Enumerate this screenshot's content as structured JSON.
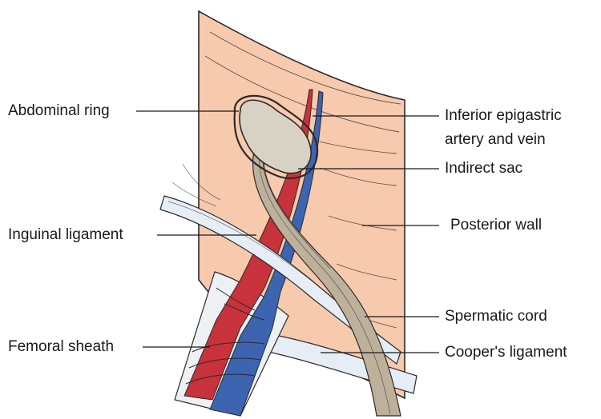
{
  "labels": {
    "abdominal_ring": "Abdominal ring",
    "inguinal_ligament": "Inguinal ligament",
    "femoral_sheath": "Femoral sheath",
    "inferior_epigastric_line1": "Inferior epigastric",
    "inferior_epigastric_line2": "artery and vein",
    "indirect_sac": "Indirect sac",
    "posterior_wall": "Posterior wall",
    "spermatic_cord": "Spermatic cord",
    "coopers_ligament": "Cooper's ligament"
  },
  "colors": {
    "wall": "#f7c9ad",
    "wall_outline": "#2a2a2a",
    "artery": "#c8323a",
    "vein": "#3d64b0",
    "sac": "#d8d2c4",
    "cord": "#bdb19c",
    "ligament": "#e6edf4",
    "leader": "#1a1a1a"
  }
}
